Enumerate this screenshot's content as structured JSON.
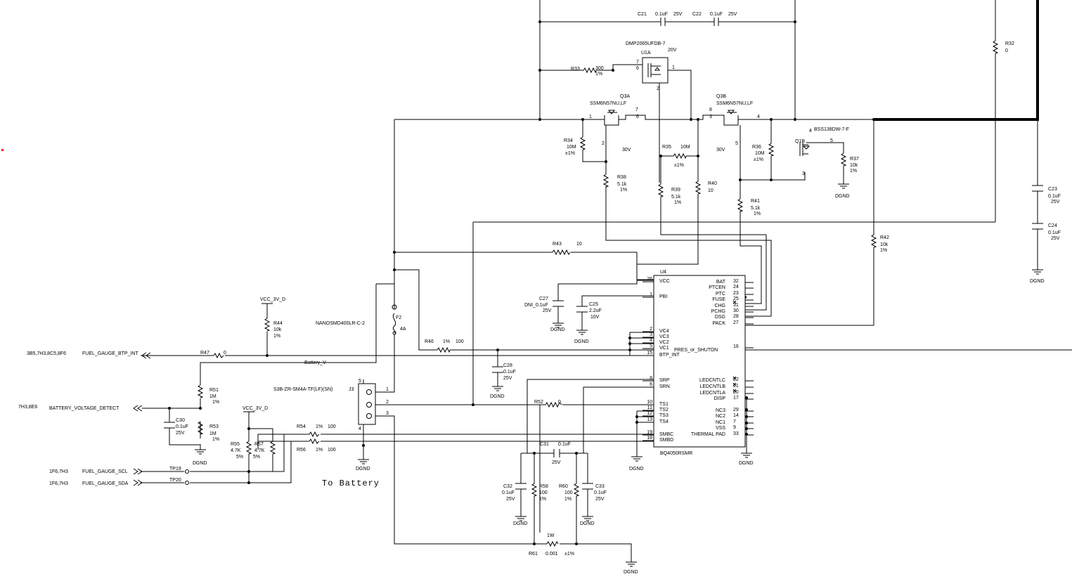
{
  "labels": {
    "c21": "C21",
    "c21_val": "0.1uF",
    "c21_v": "25V",
    "c22": "C22",
    "c22_val": "0.1uF",
    "c22_v": "25V",
    "u1a_part": "DMP2065UFDB-7",
    "u1a": "U1A",
    "u1a_v": "20V",
    "r33": "R33",
    "r33_val": "300",
    "r33_tol": "1%",
    "q3a": "Q3A",
    "q3a_part": "SSM6N57NU,LF",
    "q3b": "Q3B",
    "q3b_part": "SSM6N57NU,LF",
    "q1b_part": "BSS138DW-7-F",
    "q1b": "Q1B",
    "r32": "R32",
    "r32_val": "0",
    "r34": "R34",
    "r34_val": "10M",
    "r34_tol": "±1%",
    "r35": "R35",
    "r35_val": "10M",
    "r35_tol": "±1%",
    "r36": "R36",
    "r36_val": "10M",
    "r36_tol": "±1%",
    "r37": "R37",
    "r37_val": "10k",
    "r37_tol": "1%",
    "v30a": "30V",
    "v30b": "30V",
    "r38": "R38",
    "r38_val": "5.1k",
    "r38_tol": "1%",
    "r39": "R39",
    "r39_val": "5.1k",
    "r39_tol": "1%",
    "r40": "R40",
    "r40_val": "10",
    "r41": "R41",
    "r41_val": "5.1k",
    "r41_tol": "1%",
    "r42": "R42",
    "r42_val": "10k",
    "r42_tol": "1%",
    "c23": "C23",
    "c23_val": "0.1uF",
    "c23_v": "25V",
    "c24": "C24",
    "c24_val": "0.1uF",
    "c24_v": "25V",
    "r43": "R43",
    "r43_val": "10",
    "u4": "U4",
    "u4_part": "BQ4050RSMR",
    "c27": "C27",
    "c27_val": "DNI_0.1uF",
    "c27_v": "25V",
    "c25": "C25",
    "c25_val": "2.2uF",
    "c25_v": "10V",
    "f2": "F2",
    "f2_part": "NANOSMD400LR-C-2",
    "f2_val": "4A",
    "r44": "R44",
    "r44_val": "10k",
    "r44_tol": "1%",
    "vcc1": "VCC_3V_D",
    "vcc2": "VCC_3V_D",
    "r47": "R47",
    "r47_val": "0",
    "r46": "R46",
    "r46_tol": "1%",
    "r46_val": "100",
    "battery_v": "Battery_V",
    "c28": "C28",
    "c28_val": "0.1uF",
    "c28_v": "25V",
    "r51": "R51",
    "r51_val": "1M",
    "r51_tol": "1%",
    "r53": "R53",
    "r53_val": "1M",
    "r53_tol": "1%",
    "c30": "C30",
    "c30_val": "0.1uF",
    "c30_v": "25V",
    "j3": "J3",
    "j3_part": "S3B-ZR-SM4A-TF(LF)(SN)",
    "r52": "R52",
    "r52_val": "0",
    "r54": "R54",
    "r54_tol": "1%",
    "r54_val": "100",
    "r56": "R56",
    "r56_tol": "1%",
    "r56_val": "100",
    "r55": "R55",
    "r55_val": "4.7K",
    "r55_tol": "5%",
    "r57": "R57",
    "r57_val": "4.7K",
    "r57_tol": "5%",
    "tp19": "TP19",
    "tp20": "TP20",
    "c31": "C31",
    "c31_val": "0.1uF",
    "c31_v": "25V",
    "c32": "C32",
    "c32_val": "0.1uF",
    "c32_v": "25V",
    "r58": "R58",
    "r58_val": "100",
    "r58_tol": "1%",
    "r60": "R60",
    "r60_val": "100",
    "r60_tol": "1%",
    "c33": "C33",
    "c33_val": "0.1uF",
    "c33_v": "25V",
    "r61": "R61",
    "r61_w": "1W",
    "r61_val": "0.001",
    "r61_tol": "±1%",
    "to_battery": "To  Battery",
    "dgnd": "DGND",
    "pres_or_shutdn": "PRES_or_SHUTDN"
  },
  "nets": {
    "btp_int": "FUEL_GAUGE_BTP_INT",
    "btp_int_ref": "3B5,7H3,8C5,8F6",
    "bvd": "BATTERY_VOLTAGE_DETECT",
    "bvd_ref": "7H3,8E6",
    "scl": "FUEL_GAUGE_SCL",
    "scl_ref": "1F6,7H3",
    "sda": "FUEL_GAUGE_SDA",
    "sda_ref": "1F6,7H3"
  },
  "u4_left_pins": [
    {
      "num": "26",
      "name": "VCC"
    },
    {
      "num": "1",
      "name": "PBI"
    },
    {
      "num": "2",
      "name": "VC4"
    },
    {
      "num": "3",
      "name": "VC3"
    },
    {
      "num": "4",
      "name": "VC2"
    },
    {
      "num": "5",
      "name": "VC1"
    },
    {
      "num": "15",
      "name": "BTP_INT"
    },
    {
      "num": "8",
      "name": "SRP"
    },
    {
      "num": "6",
      "name": "SRN"
    },
    {
      "num": "10",
      "name": "TS1"
    },
    {
      "num": "11",
      "name": "TS2"
    },
    {
      "num": "12",
      "name": "TS3"
    },
    {
      "num": "13",
      "name": "TS4"
    },
    {
      "num": "19",
      "name": "SMBC"
    },
    {
      "num": "18",
      "name": "SMBD"
    }
  ],
  "u4_right_pins": [
    {
      "num": "32",
      "name": "BAT"
    },
    {
      "num": "24",
      "name": "PTCEN"
    },
    {
      "num": "23",
      "name": "PTC"
    },
    {
      "num": "25",
      "name": "FUSE"
    },
    {
      "num": "31",
      "name": "CHG"
    },
    {
      "num": "30",
      "name": "PCHG"
    },
    {
      "num": "28",
      "name": "DSG"
    },
    {
      "num": "27",
      "name": "PACK"
    },
    {
      "num": "16",
      "name": ""
    },
    {
      "num": "22",
      "name": "LEDCNTLC"
    },
    {
      "num": "21",
      "name": "LEDCNTLB"
    },
    {
      "num": "20",
      "name": "LEDCNTLA"
    },
    {
      "num": "17",
      "name": "DISP"
    },
    {
      "num": "29",
      "name": "NC3"
    },
    {
      "num": "14",
      "name": "NC2"
    },
    {
      "num": "7",
      "name": "NC1"
    },
    {
      "num": "9",
      "name": "VSS"
    },
    {
      "num": "33",
      "name": "THERMAL PAD"
    }
  ],
  "pin_numbers": {
    "j3_1": "1",
    "j3_2": "2",
    "j3_3": "3",
    "j3_4": "4",
    "j3_5": "5",
    "u1a_7": "7",
    "u1a_6": "6",
    "u1a_1": "1",
    "u1a_2": "2",
    "q3a_1": "1",
    "q3a_2": "2",
    "q3a_7": "7",
    "q3a_6": "6",
    "q3b_8": "8",
    "q3b_3": "3",
    "q3b_4": "4",
    "q3b_5": "5",
    "q1b_4": "4",
    "q1b_5": "5",
    "q1b_3": "3"
  },
  "colors": {
    "wire": "#000000",
    "marker": "#ff0000",
    "background": "#ffffff"
  }
}
